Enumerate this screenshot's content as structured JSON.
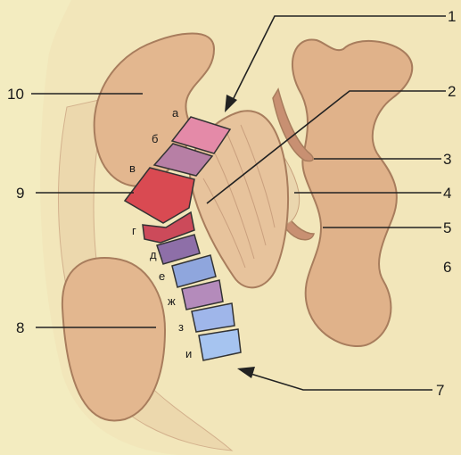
{
  "labels": {
    "n1": "1",
    "n2": "2",
    "n3": "3",
    "n4": "4",
    "n5": "5",
    "n6": "6",
    "n7": "7",
    "n8": "8",
    "n9": "9",
    "n10": "10"
  },
  "segments": [
    {
      "letter": "а",
      "color": "#e48aa8"
    },
    {
      "letter": "б",
      "color": "#b77fa5"
    },
    {
      "letter": "в",
      "color": "#d94a52"
    },
    {
      "letter": "г",
      "color": "#cc4a5a"
    },
    {
      "letter": "д",
      "color": "#8e6fa8"
    },
    {
      "letter": "е",
      "color": "#8fa6dd"
    },
    {
      "letter": "ж",
      "color": "#b48bbb"
    },
    {
      "letter": "з",
      "color": "#9fb6ea"
    },
    {
      "letter": "и",
      "color": "#a6c4f0"
    }
  ],
  "colors": {
    "background": "#f3ecc0",
    "tissue": "#e8c09a",
    "tissue_dark": "#d5a67c",
    "outline": "#a87d5d",
    "line": "#222222"
  }
}
